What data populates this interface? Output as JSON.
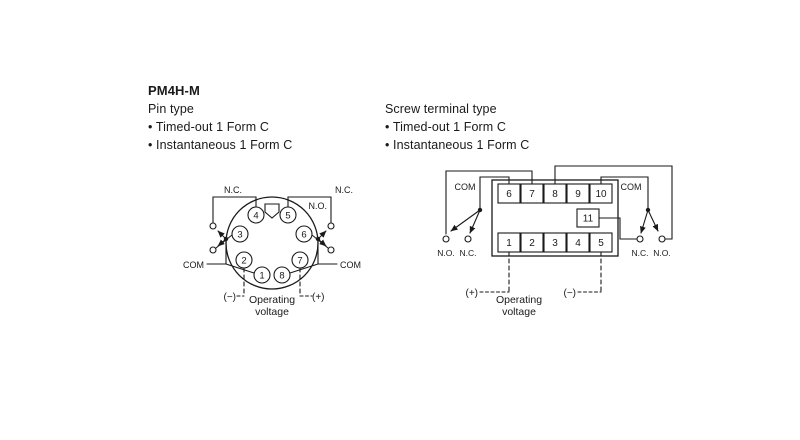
{
  "colors": {
    "ink": "#1a1a1a",
    "background": "#ffffff"
  },
  "pin_type_section": {
    "model": "PM4H-M",
    "type_label": "Pin type",
    "features": [
      "• Timed-out 1 Form C",
      "• Instantaneous 1 Form C"
    ],
    "pins": [
      "1",
      "2",
      "3",
      "4",
      "5",
      "6",
      "7",
      "8"
    ],
    "labels": {
      "nc_left": "N.C.",
      "nc_right": "N.C.",
      "no_right": "N.O.",
      "com_left": "COM",
      "com_right": "COM",
      "minus": "(−)",
      "plus": "(+)",
      "operating_line1": "Operating",
      "operating_line2": "voltage"
    }
  },
  "screw_type_section": {
    "type_label": "Screw terminal type",
    "features": [
      "• Timed-out 1 Form C",
      "• Instantaneous 1 Form C"
    ],
    "terminals_top": [
      "6",
      "7",
      "8",
      "9",
      "10"
    ],
    "terminal_mid": "11",
    "terminals_bottom": [
      "1",
      "2",
      "3",
      "4",
      "5"
    ],
    "labels": {
      "com_left": "COM",
      "com_right": "COM",
      "no_left": "N.O.",
      "nc_left": "N.C.",
      "nc_right": "N.C.",
      "no_right": "N.O.",
      "plus": "(+)",
      "minus": "(−)",
      "operating_line1": "Operating",
      "operating_line2": "voltage"
    }
  }
}
